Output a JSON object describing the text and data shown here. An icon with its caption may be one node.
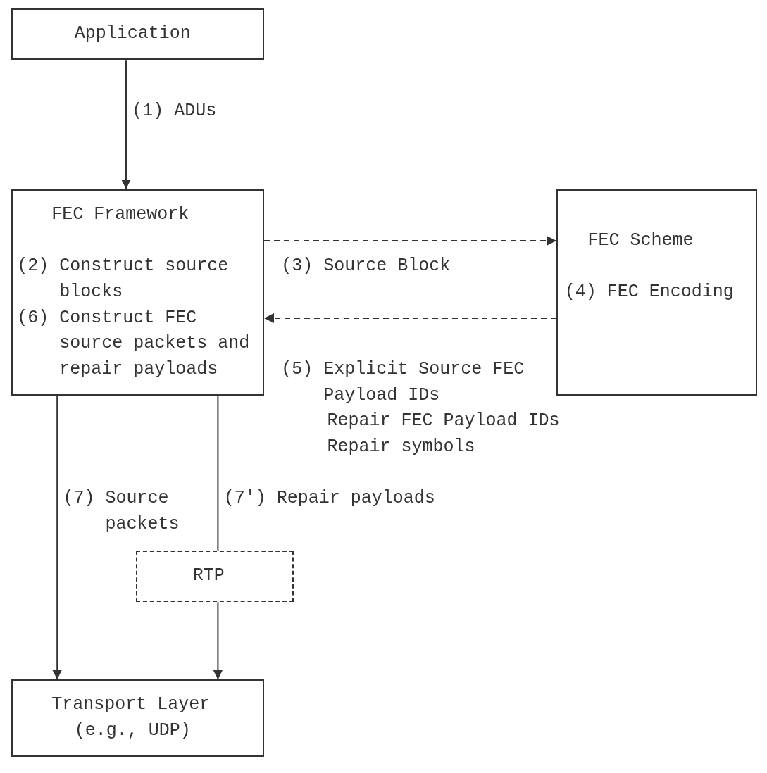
{
  "diagram": {
    "nodes": [
      {
        "text": [
          "Application"
        ]
      },
      {
        "text": [
          "FEC Framework",
          "(2) Construct source blocks",
          "(6) Construct FEC source packets and repair payloads"
        ]
      },
      {
        "text": [
          "FEC Scheme",
          "(4) FEC Encoding"
        ]
      },
      {
        "text": [
          "RTP"
        ]
      },
      {
        "text": [
          "Transport Layer",
          "(e.g., UDP)"
        ]
      }
    ],
    "edges": [
      {
        "from": 0,
        "to": 1,
        "arrow": "to",
        "label": "(1) ADUs"
      },
      {
        "from": 1,
        "to": 2,
        "arrow": "to",
        "style": "dashed",
        "label": "(3) Source Block"
      },
      {
        "from": 2,
        "to": 1,
        "arrow": "to",
        "style": "dashed",
        "label": "(5) Explicit Source FEC Payload IDs"
      },
      {
        "from": 1,
        "to": 4,
        "arrow": "to",
        "label": "(7) Source packets"
      },
      {
        "from": 1,
        "to": 3,
        "arrow": "none",
        "label": "(7') Repair payloads"
      },
      {
        "from": 3,
        "to": 4,
        "arrow": "to"
      }
    ],
    "labels": [
      "Repair FEC Payload IDs",
      "Repair symbols"
    ]
  }
}
